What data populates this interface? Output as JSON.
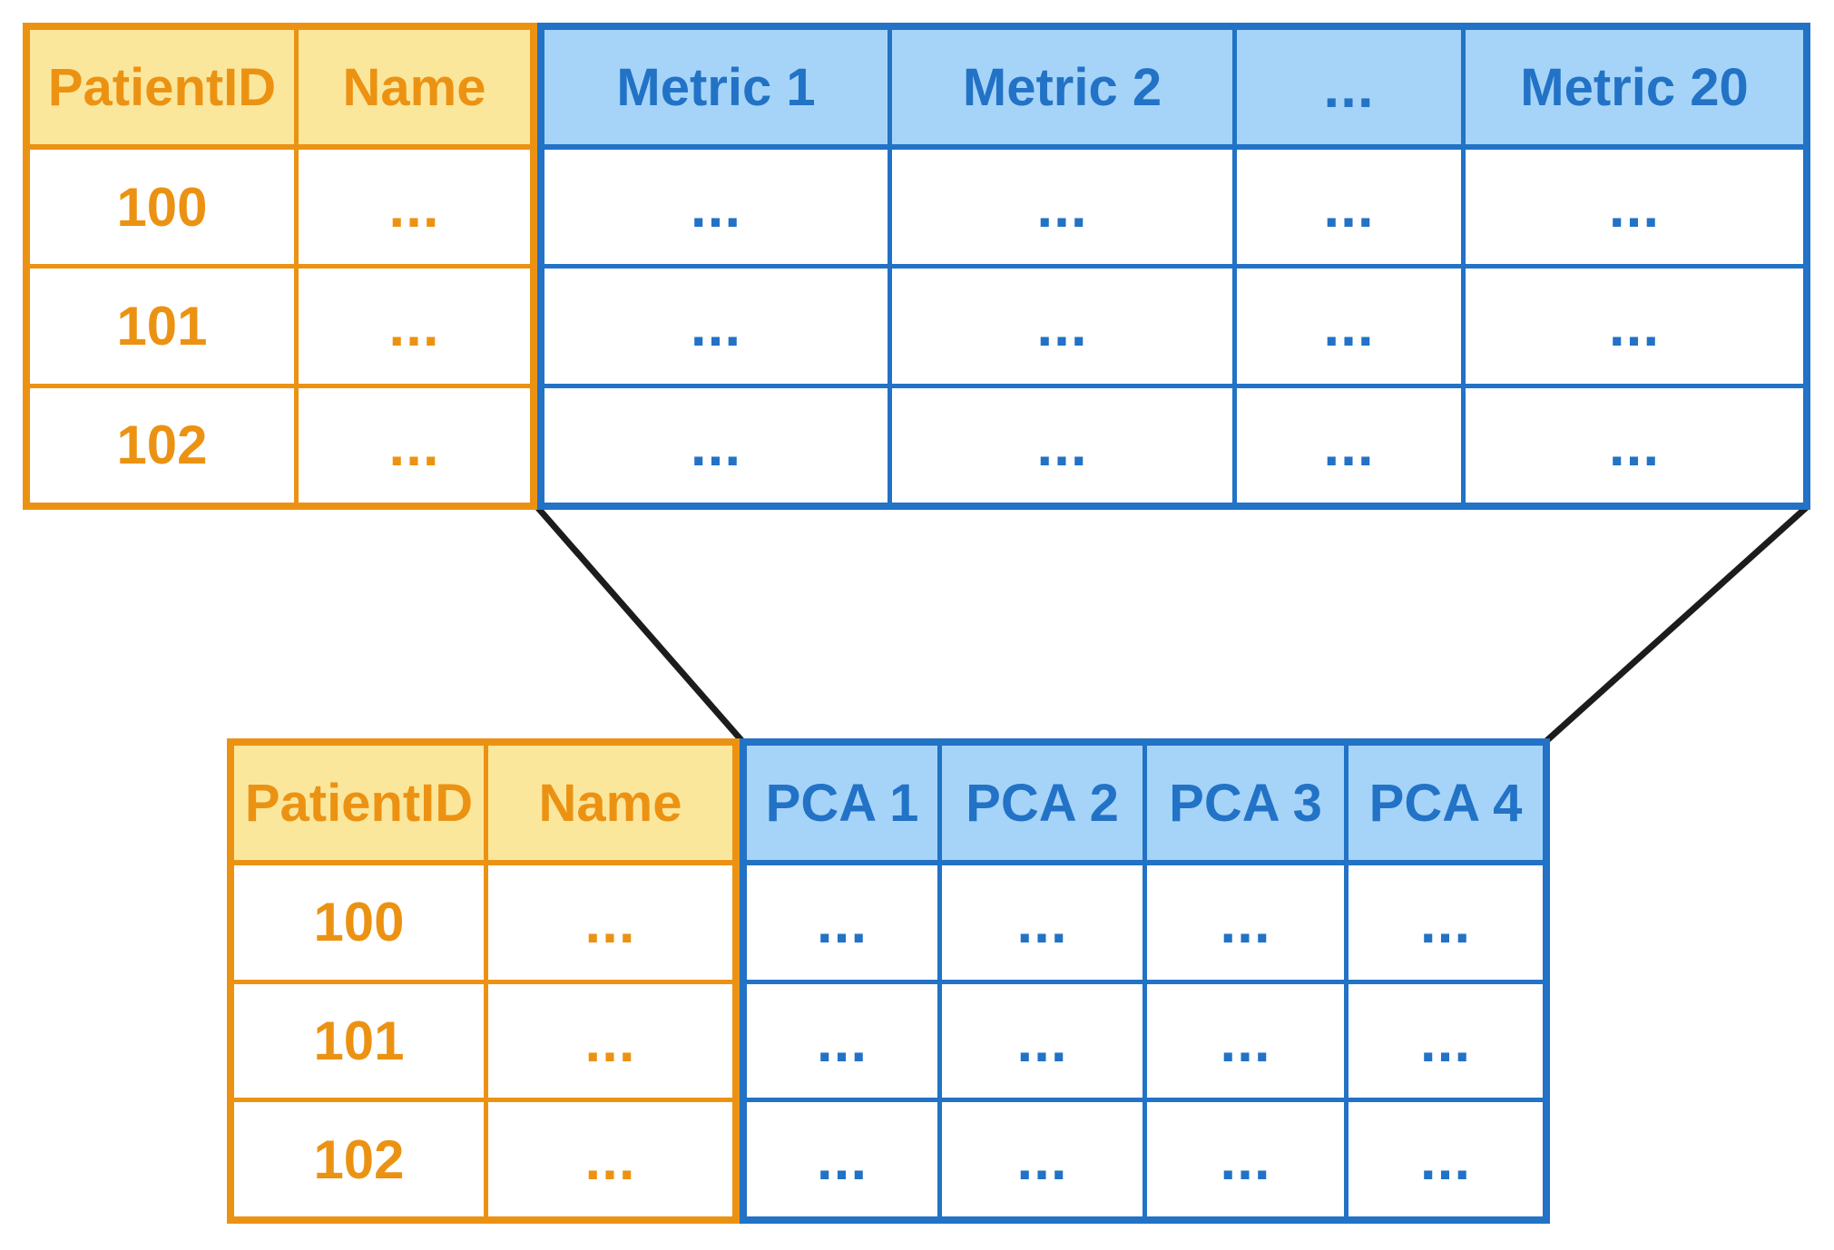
{
  "colors": {
    "orange": "#EC9213",
    "orange_fill": "#FBE79C",
    "blue": "#2272C6",
    "blue_fill": "#A6D4F8",
    "connector": "#1C1C1C",
    "background": "#FFFFFF"
  },
  "top_table": {
    "id_headers": [
      "PatientID",
      "Name"
    ],
    "metric_headers": [
      "Metric 1",
      "Metric 2",
      "...",
      "Metric 20"
    ],
    "rows": [
      {
        "patient_id": "100",
        "name": "...",
        "metrics": [
          "...",
          "...",
          "...",
          "..."
        ]
      },
      {
        "patient_id": "101",
        "name": "...",
        "metrics": [
          "...",
          "...",
          "...",
          "..."
        ]
      },
      {
        "patient_id": "102",
        "name": "...",
        "metrics": [
          "...",
          "...",
          "...",
          "..."
        ]
      }
    ]
  },
  "bottom_table": {
    "id_headers": [
      "PatientID",
      "Name"
    ],
    "pca_headers": [
      "PCA 1",
      "PCA 2",
      "PCA 3",
      "PCA 4"
    ],
    "rows": [
      {
        "patient_id": "100",
        "name": "...",
        "pca": [
          "...",
          "...",
          "...",
          "..."
        ]
      },
      {
        "patient_id": "101",
        "name": "...",
        "pca": [
          "...",
          "...",
          "...",
          "..."
        ]
      },
      {
        "patient_id": "102",
        "name": "...",
        "pca": [
          "...",
          "...",
          "...",
          "..."
        ]
      }
    ]
  },
  "connectors": [
    {
      "from": "top-table-metric-section-bottom-left",
      "to": "bottom-table-pca-section-top-left"
    },
    {
      "from": "top-table-metric-section-bottom-right",
      "to": "bottom-table-pca-section-top-right"
    }
  ]
}
